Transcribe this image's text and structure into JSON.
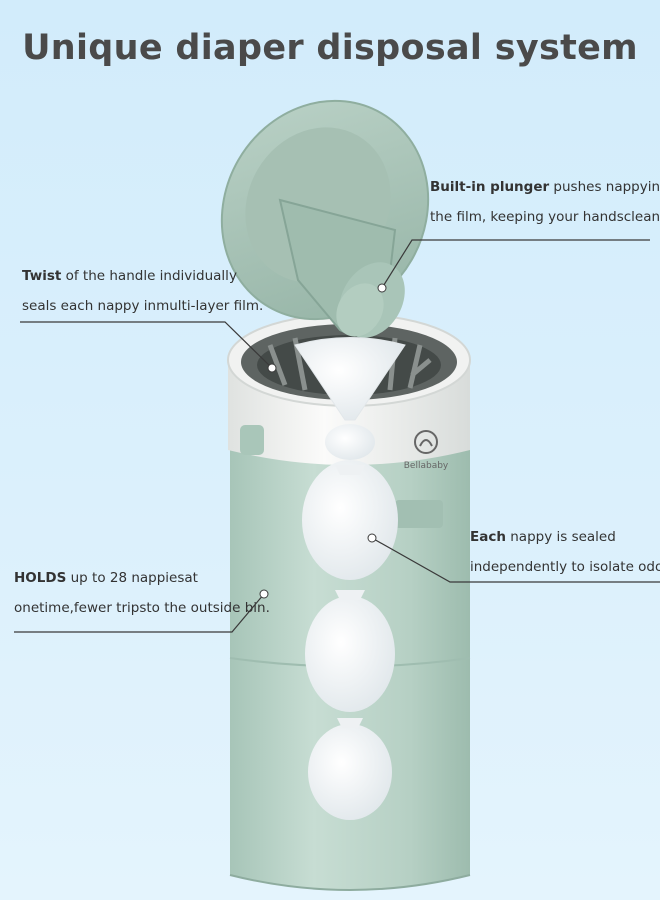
{
  "title": "Unique diaper disposal system",
  "brand": "Bellababy",
  "callouts": {
    "plunger": {
      "bold": "Built-in plunger",
      "rest": " pushes nappyinto",
      "line2": "the film, keeping your handsclean."
    },
    "twist": {
      "bold": "Twist",
      "rest": " of the handle individually",
      "line2": "seals each nappy inmulti-layer film."
    },
    "each": {
      "bold": "Each",
      "rest": " nappy is sealed",
      "line2": "independently to isolate odors."
    },
    "holds": {
      "bold": "HOLDS",
      "rest": " up to 28 nappiesat",
      "line2": "onetime,fewer tripsto the outside bin."
    }
  },
  "colors": {
    "body": "#b9d4c8",
    "lid": "#a9c3b6",
    "collar": "#f4f5f3",
    "background": "#d5edfb"
  }
}
